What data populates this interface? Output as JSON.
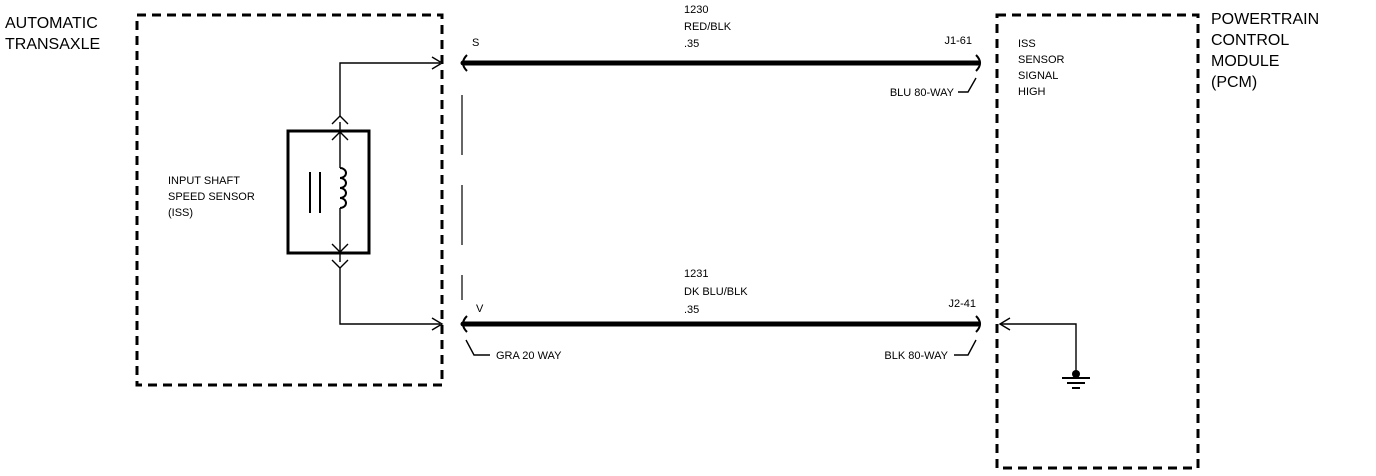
{
  "left_module": {
    "line1": "AUTOMATIC",
    "line2": "TRANSAXLE"
  },
  "right_module": {
    "line1": "POWERTRAIN",
    "line2": "CONTROL",
    "line3": "MODULE",
    "line4": "(PCM)"
  },
  "sensor": {
    "line1": "INPUT SHAFT",
    "line2": "SPEED SENSOR",
    "line3": "(ISS)"
  },
  "pcm_signal": {
    "line1": "ISS",
    "line2": "SENSOR",
    "line3": "SIGNAL",
    "line4": "HIGH"
  },
  "wire_top": {
    "circuit": "1230",
    "color": "RED/BLK",
    "gauge": ".35",
    "left_pin": "S",
    "right_pin": "J1-61",
    "right_connector": "BLU 80-WAY"
  },
  "wire_bottom": {
    "circuit": "1231",
    "color": "DK BLU/BLK",
    "gauge": ".35",
    "left_pin": "V",
    "right_pin": "J2-41",
    "left_connector": "GRA 20 WAY",
    "right_connector": "BLK 80-WAY"
  }
}
